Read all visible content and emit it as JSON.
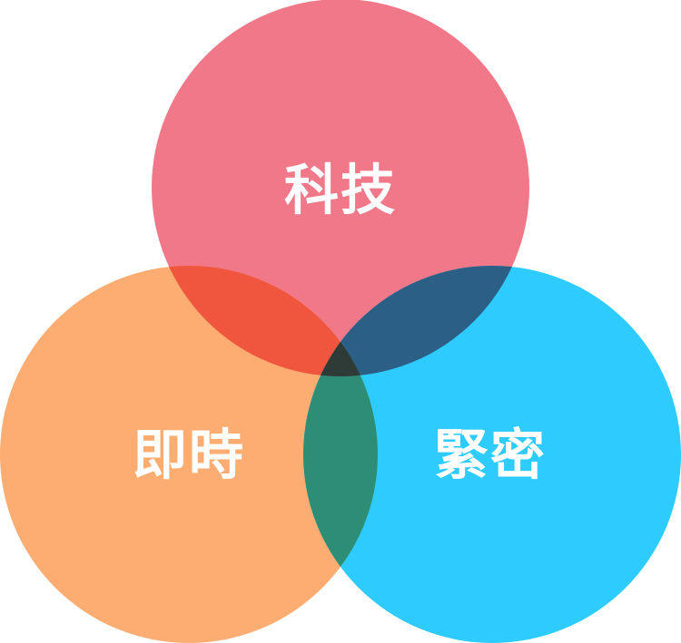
{
  "circles": [
    {
      "label": "科技",
      "color": "#F07888"
    },
    {
      "label": "即時",
      "color": "#FDAD72"
    },
    {
      "label": "緊密",
      "color": "#2ECBFE"
    }
  ],
  "overlaps": {
    "top_left": "#F0553E",
    "top_right": "#2B5F86",
    "left_right": "#2E8E75",
    "center": "#2E3B36"
  }
}
